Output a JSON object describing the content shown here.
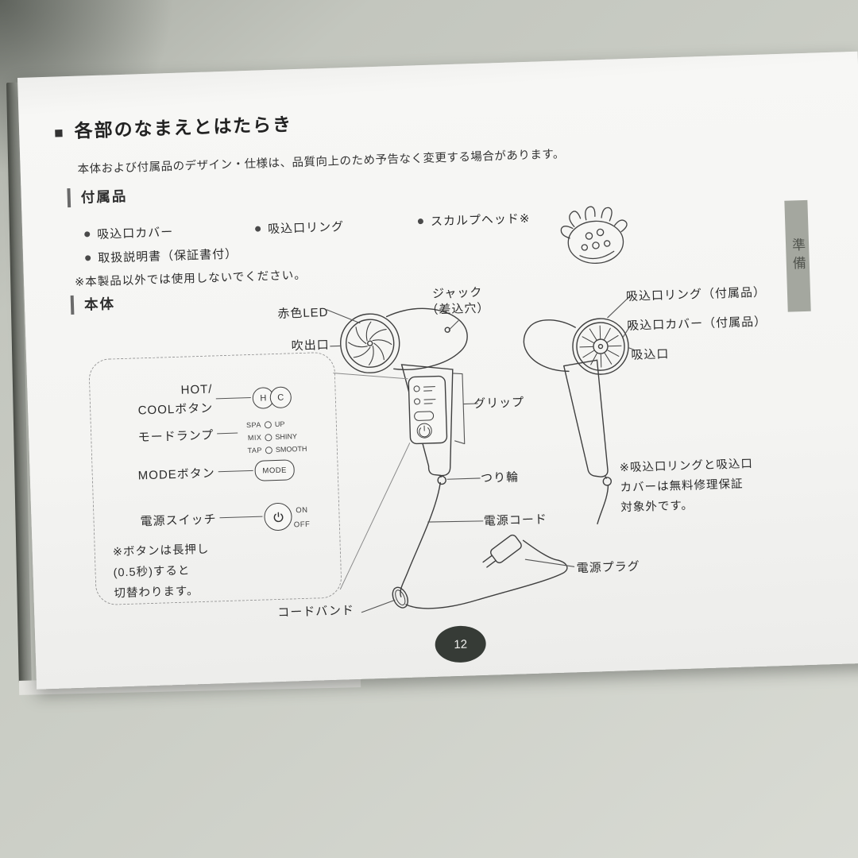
{
  "photo": {
    "side_tab_label": "準備",
    "page_number": "12"
  },
  "header": {
    "bullet": "■",
    "title": "各部のなまえとはたらき",
    "notice": "本体および付属品のデザイン・仕様は、品質向上のため予告なく変更する場合があります。"
  },
  "accessories": {
    "heading": "付属品",
    "items": [
      "吸込口カバー",
      "吸込口リング",
      "スカルプヘッド※",
      "取扱説明書（保証書付）"
    ],
    "note": "※本製品以外では使用しないでください。"
  },
  "main_unit": {
    "heading": "本体",
    "labels": {
      "red_led": "赤色LED",
      "jack_line1": "ジャック",
      "jack_line2": "（差込穴）",
      "outlet": "吹出口",
      "inlet_ring": "吸込口リング（付属品）",
      "inlet_cover": "吸込口カバー（付属品）",
      "inlet": "吸込口",
      "grip": "グリップ",
      "hang_loop": "つり輪",
      "power_cord": "電源コード",
      "power_plug": "電源プラグ",
      "cord_band": "コードバンド"
    },
    "panel": {
      "hot_cool_line1": "HOT/",
      "hot_cool_line2": "COOLボタン",
      "hot": "H",
      "cool": "C",
      "mode_lamp": "モードランプ",
      "lamp_rows": [
        {
          "left": "SPA",
          "right": "UP"
        },
        {
          "left": "MIX",
          "right": "SHINY"
        },
        {
          "left": "TAP",
          "right": "SMOOTH"
        }
      ],
      "mode_button": "MODEボタン",
      "mode_button_text": "MODE",
      "power_switch": "電源スイッチ",
      "on": "ON",
      "off": "OFF",
      "note_line1": "※ボタンは長押し",
      "note_line2": "(0.5秒)すると",
      "note_line3": "切替わります。"
    },
    "warranty_note_line1": "※吸込口リングと吸込口",
    "warranty_note_line2": "カバーは無料修理保証",
    "warranty_note_line3": "対象外です。"
  }
}
